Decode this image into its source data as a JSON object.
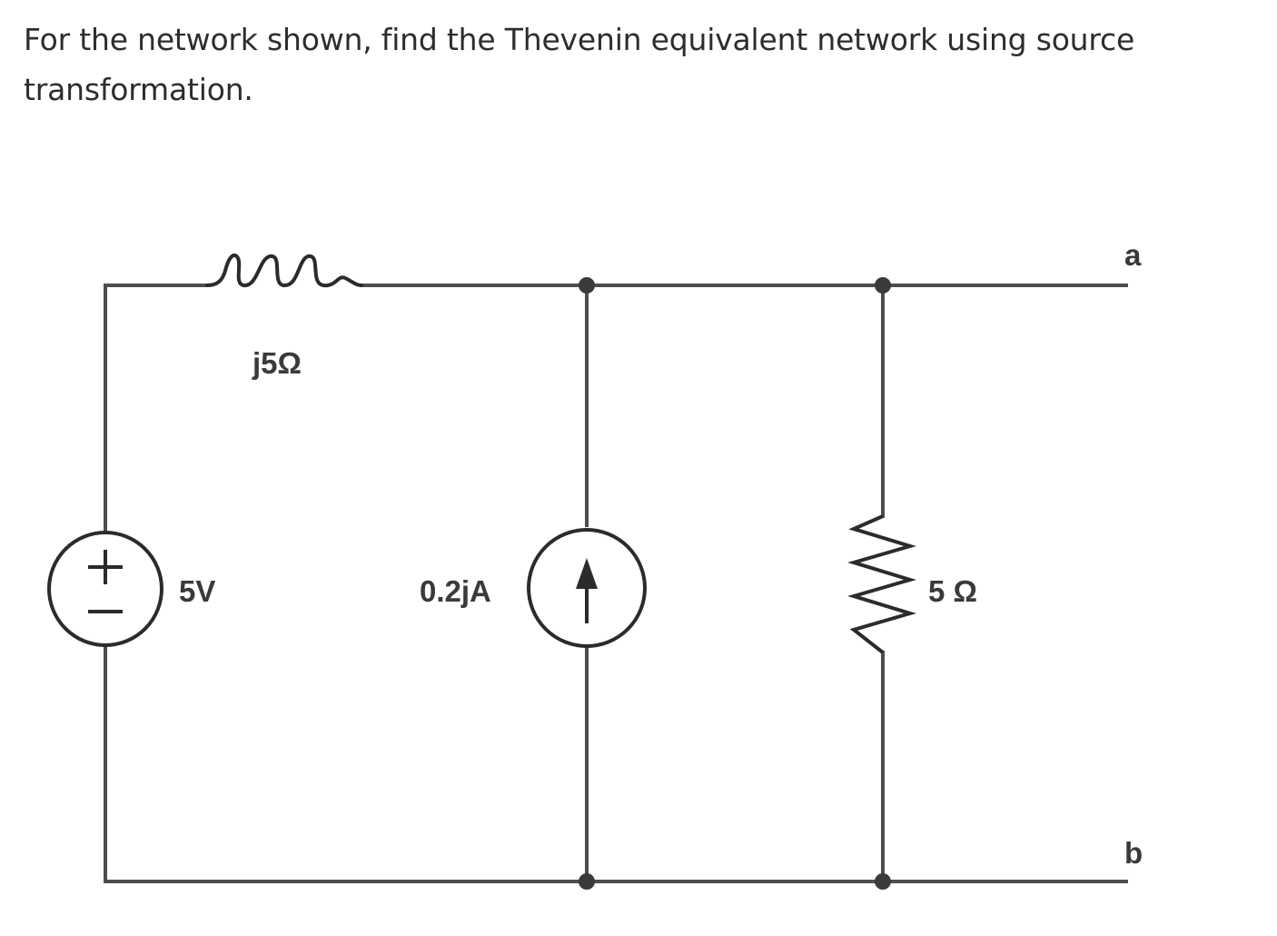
{
  "question": {
    "text": "For the network shown, find the Thevenin equivalent network using source transformation."
  },
  "circuit": {
    "inductor_label": "j5Ω",
    "voltage_source_label": "5V",
    "current_source_label": "0.2jA",
    "resistor_label": "5 Ω",
    "terminal_a": "a",
    "terminal_b": "b"
  }
}
